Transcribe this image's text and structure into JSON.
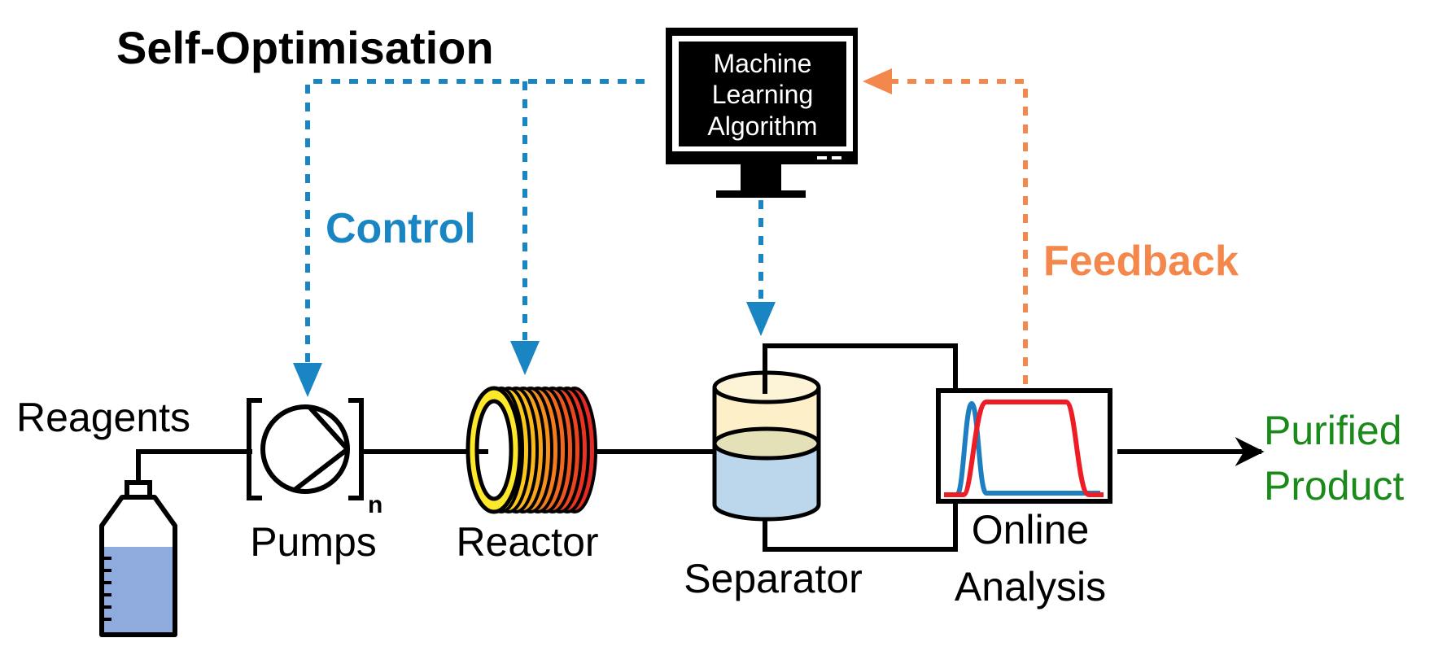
{
  "title": "Self-Optimisation",
  "labels": {
    "control": "Control",
    "feedback": "Feedback",
    "reagents": "Reagents",
    "pumps": "Pumps",
    "pumps_subscript": "n",
    "reactor": "Reactor",
    "separator": "Separator",
    "online": "Online",
    "analysis": "Analysis",
    "purified": "Purified",
    "product": "Product"
  },
  "monitor": {
    "line1": "Machine",
    "line2": "Learning",
    "line3": "Algorithm"
  },
  "colors": {
    "control": "#1a85c3",
    "feedback": "#f4874b",
    "product": "#1a8a1a",
    "line": "#000000",
    "reagent_liquid": "#8fabde",
    "separator_top": "#fdf0c8",
    "separator_bottom": "#bcd6ec",
    "separator_interface": "#e4e0b8",
    "trace_blue": "#1e7fc0",
    "trace_red": "#ee1c24"
  }
}
